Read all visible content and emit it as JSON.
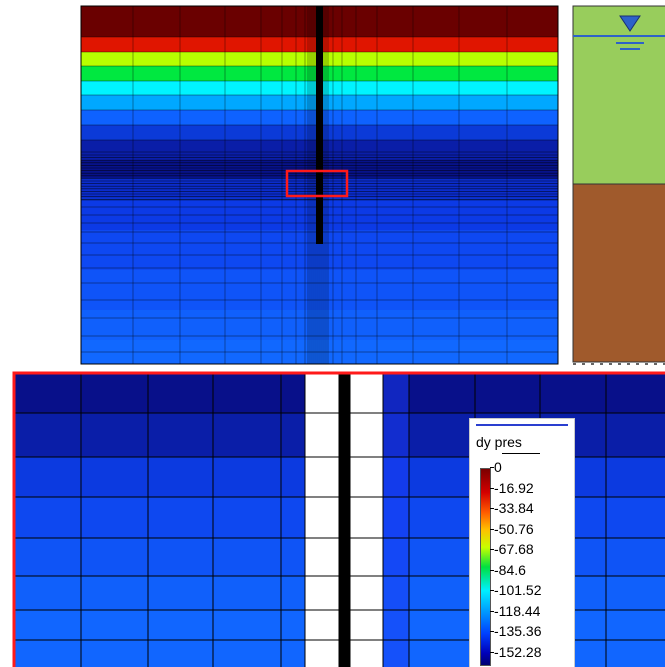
{
  "colors": {
    "contour": [
      "#6a0000",
      "#e01500",
      "#b8ff00",
      "#00e840",
      "#00f4ff",
      "#00a8ff",
      "#0e62ff",
      "#0b3ad8",
      "#0a1ea8",
      "#07128a",
      "#0b2ccc",
      "#0c3ae6",
      "#0e48f2",
      "#0f54f8",
      "#1060fc",
      "#1168ff"
    ],
    "soil_water": "#98cd5c",
    "soil_clay": "#a05a2c",
    "water_table": "#2d62c8",
    "pile": "#000000",
    "highlight": "#ff1a1a",
    "mesh_line": "#000000"
  },
  "legend": {
    "title": "dy pres",
    "labels": [
      "0",
      "-16.92",
      "-33.84",
      "-50.76",
      "-67.68",
      "-84.6",
      "-101.52",
      "-118.44",
      "-135.36",
      "-152.28"
    ]
  }
}
